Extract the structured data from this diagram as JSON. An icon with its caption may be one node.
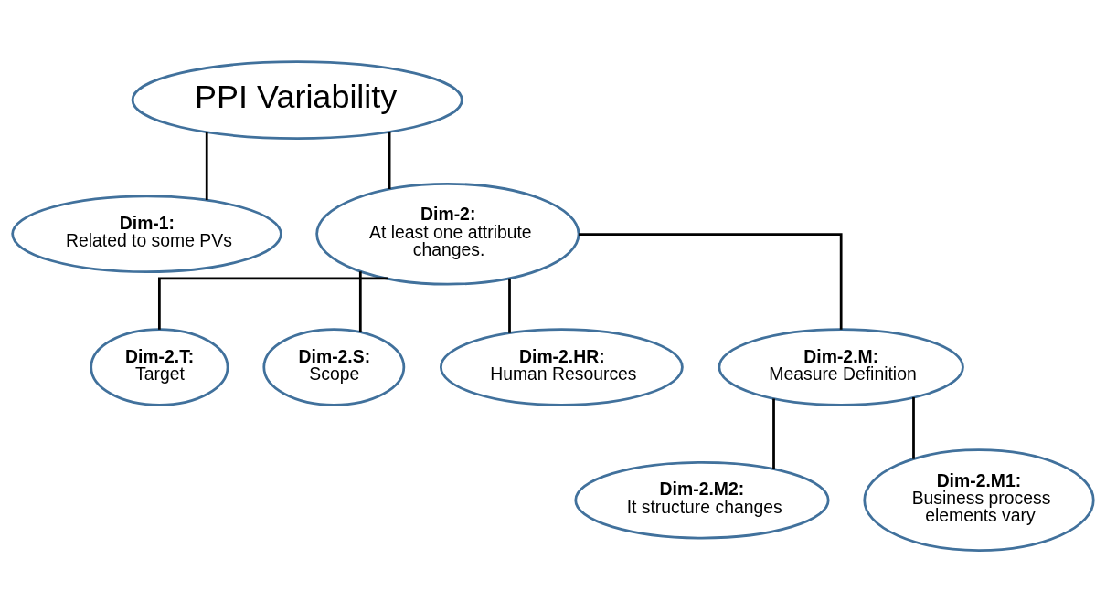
{
  "diagram": {
    "nodes": [
      {
        "text": [
          "PPI Variability"
        ]
      },
      {
        "text": [
          "Dim-1:",
          "Related to some PVs"
        ]
      },
      {
        "text": [
          "Dim-2:",
          "At least one attribute changes."
        ]
      },
      {
        "text": [
          "Dim-2.T:",
          "Target"
        ]
      },
      {
        "text": [
          "Dim-2.S:",
          "Scope"
        ]
      },
      {
        "text": [
          "Dim-2.HR:",
          "Human Resources"
        ]
      },
      {
        "text": [
          "Dim-2.M:",
          "Measure Definition"
        ]
      },
      {
        "text": [
          "Dim-2.M2:",
          "It structure changes"
        ]
      },
      {
        "text": [
          "Dim-2.M1:",
          "Business process elements vary"
        ]
      }
    ],
    "edges": [
      {
        "from": 0,
        "to": 1,
        "arrow": "none"
      },
      {
        "from": 0,
        "to": 2,
        "arrow": "none"
      },
      {
        "from": 2,
        "to": 3,
        "arrow": "none"
      },
      {
        "from": 2,
        "to": 4,
        "arrow": "none"
      },
      {
        "from": 2,
        "to": 5,
        "arrow": "none"
      },
      {
        "from": 2,
        "to": 6,
        "arrow": "none"
      },
      {
        "from": 6,
        "to": 7,
        "arrow": "none"
      },
      {
        "from": 6,
        "to": 8,
        "arrow": "none"
      }
    ]
  }
}
